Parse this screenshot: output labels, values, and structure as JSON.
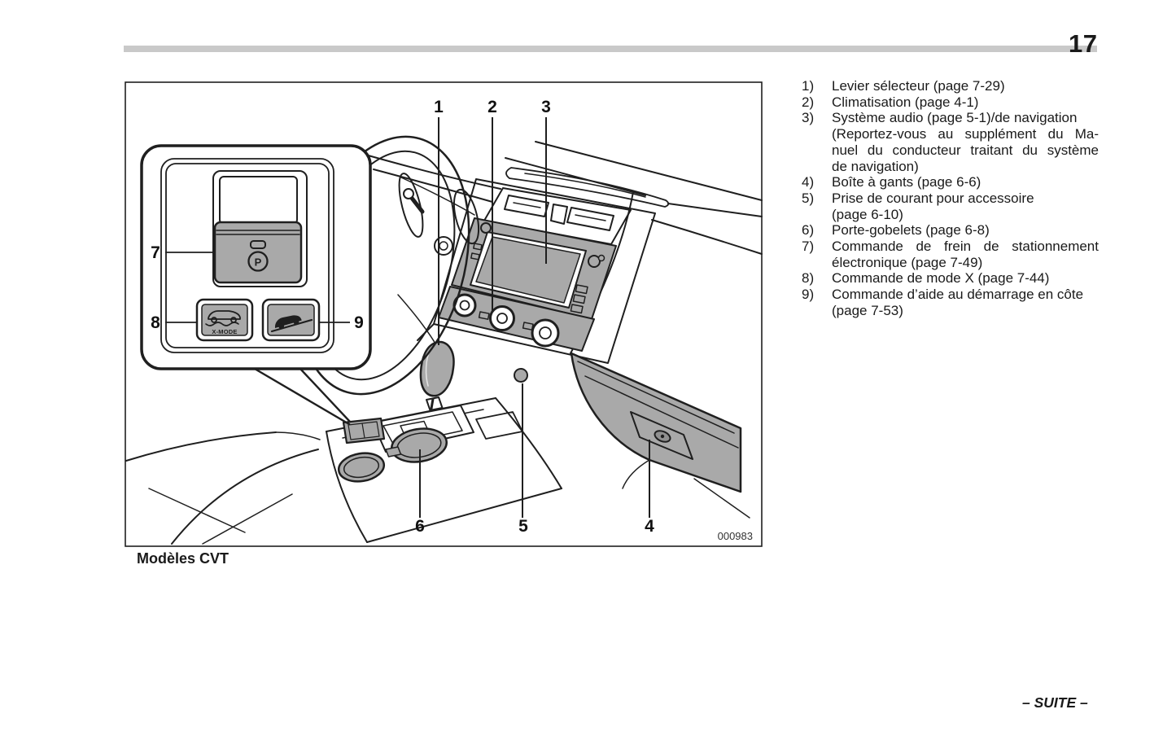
{
  "page": {
    "number": "17",
    "continuation": "– SUITE –"
  },
  "colors": {
    "panel_gray": "#a9a9a9",
    "rule_gray": "#c9c9c9",
    "line_ink": "#1f1f1f"
  },
  "figure": {
    "caption": "Modèles CVT",
    "code": "000983",
    "callouts": [
      "1",
      "2",
      "3",
      "4",
      "5",
      "6",
      "7",
      "8",
      "9"
    ],
    "inset": {
      "park_symbol": "P",
      "xmode_label": "X-MODE"
    }
  },
  "legend": {
    "items": [
      {
        "num": "1)",
        "lines": [
          "Levier sélecteur (page 7-29)"
        ]
      },
      {
        "num": "2)",
        "lines": [
          "Climatisation (page 4-1)"
        ]
      },
      {
        "num": "3)",
        "lines": [
          "Système audio (page 5-1)/de navigation",
          "(Reportez-vous au supplément du Ma-",
          "nuel du conducteur traitant du système",
          "de navigation)"
        ]
      },
      {
        "num": "4)",
        "lines": [
          "Boîte à gants (page 6-6)"
        ]
      },
      {
        "num": "5)",
        "lines": [
          "Prise de courant pour accessoire",
          "(page 6-10)"
        ]
      },
      {
        "num": "6)",
        "lines": [
          "Porte-gobelets (page 6-8)"
        ]
      },
      {
        "num": "7)",
        "lines": [
          "Commande de frein de stationnement",
          "électronique (page 7-49)"
        ]
      },
      {
        "num": "8)",
        "lines": [
          "Commande de mode X (page 7-44)"
        ]
      },
      {
        "num": "9)",
        "lines": [
          "Commande d’aide au démarrage en côte",
          "(page 7-53)"
        ]
      }
    ]
  }
}
